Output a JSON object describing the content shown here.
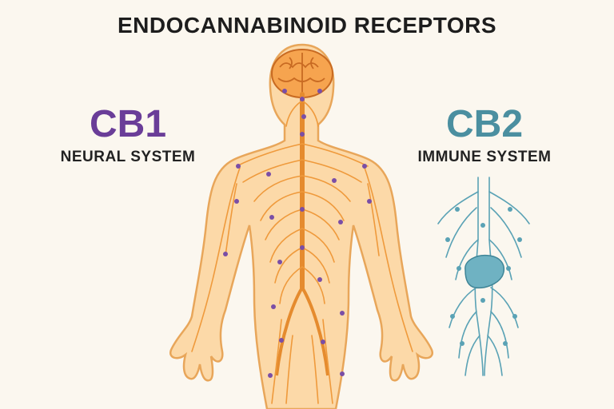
{
  "header": {
    "title": "ENDOCANNABINOID RECEPTORS"
  },
  "cb1": {
    "name": "CB1",
    "system": "NEURAL SYSTEM",
    "color": "#6a3d98"
  },
  "cb2": {
    "name": "CB2",
    "system": "IMMUNE SYSTEM",
    "color": "#4b8fa0"
  },
  "colors": {
    "background": "#fbf7ef",
    "body_fill": "#fcd9a8",
    "body_outline": "#e8a65a",
    "nerves": "#ef9a3c",
    "spine": "#e58b2e",
    "brain": "#f08a3a",
    "receptor_dots": "#7a4ea6",
    "immune_lines": "#5aa2b5",
    "spleen": "#5aa2b5"
  },
  "icons": {
    "human": "human-body-silhouette",
    "brain": "brain-icon",
    "immune": "immune-lymph-network",
    "spleen": "spleen-organ"
  }
}
